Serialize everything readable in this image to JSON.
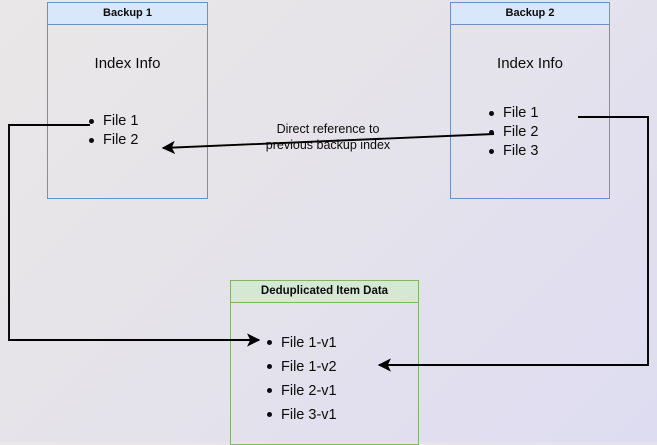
{
  "diagram": {
    "title_backup1": "Backup 1",
    "title_backup2": "Backup 2",
    "title_dedup": "Deduplicated Item Data",
    "index_label_1": "Index Info",
    "index_label_2": "Index Info",
    "backup1_items": [
      "File 1",
      "File 2"
    ],
    "backup2_items": [
      "File 1",
      "File 2",
      "File 3"
    ],
    "dedup_items": [
      "File 1-v1",
      "File 1-v2",
      "File 2-v1",
      "File 3-v1"
    ],
    "caption_line1": "Direct reference to",
    "caption_line2": "previous backup index",
    "colors": {
      "blue_border": "#7090c0",
      "blue_header_fill": "#d9e7fb",
      "green_border": "#82b366",
      "green_header_fill": "#d5e8d4",
      "connector": "#000000",
      "text": "#0b0b0b"
    }
  }
}
